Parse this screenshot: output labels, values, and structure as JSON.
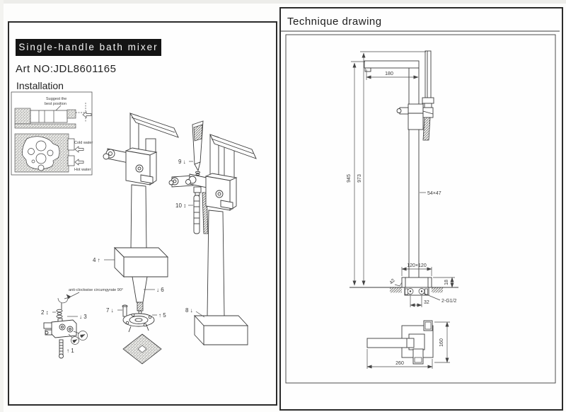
{
  "document": {
    "left_panel": {
      "title": "Single-handle bath mixer",
      "art_no": "Art NO:JDL8601165",
      "section_heading": "Installation",
      "inset": {
        "suggest_note_line1": "Suggest the",
        "suggest_note_line2": "best position",
        "cold_water_label": "Cold water",
        "hot_water_label": "Hot water"
      },
      "note": "anti-clockwise circumgyrate 90°",
      "part_callouts": {
        "part1": "↑ 1",
        "part2": "2 ↕",
        "part3": "↓ 3",
        "part4": "4 ↑",
        "part5": "↑ 5",
        "part6": "↓ 6",
        "part7": "7 ↓",
        "part8": "8 ↓",
        "part9": "9 ↓",
        "part10": "10 ↕"
      }
    },
    "right_panel": {
      "title": "Technique drawing",
      "dimensions": {
        "spout_reach": "180",
        "spout_height": "945",
        "overall_height": "973",
        "column_section": "54×47",
        "base_plate": "120×120",
        "base_corner": "42",
        "base_thickness": "18",
        "inlet_thread": "2-G1/2",
        "inlet_spacing": "32",
        "plan_length": "260",
        "plan_width": "160"
      }
    }
  }
}
